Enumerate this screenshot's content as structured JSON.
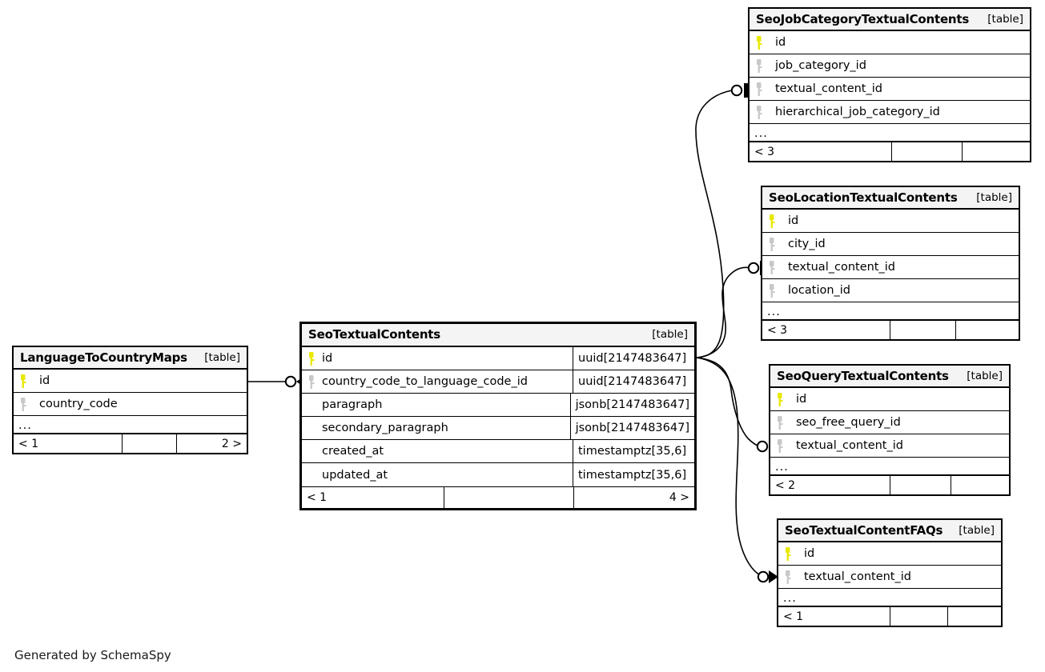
{
  "diagram": {
    "tool": "SchemaSpy",
    "credit": "Generated by SchemaSpy",
    "table_tag": "[table]",
    "ellipsis": "...",
    "colors": {
      "primary_key": "#e8e800",
      "foreign_key": "#c8c8c8",
      "header_bg": "#f4f4f4",
      "border": "#000000",
      "background": "#ffffff"
    }
  },
  "tables": [
    {
      "id": "seo-job-category-textual-contents",
      "name": "SeoJobCategoryTextualContents",
      "tag": "[table]",
      "columns": [
        {
          "name": "id",
          "key": "primary",
          "type": ""
        },
        {
          "name": "job_category_id",
          "key": "foreign",
          "type": ""
        },
        {
          "name": "textual_content_id",
          "key": "foreign",
          "type": ""
        },
        {
          "name": "hierarchical_job_category_id",
          "key": "foreign",
          "type": ""
        }
      ],
      "has_more": true,
      "footer": [
        "< 3",
        "",
        ""
      ]
    },
    {
      "id": "seo-location-textual-contents",
      "name": "SeoLocationTextualContents",
      "tag": "[table]",
      "columns": [
        {
          "name": "id",
          "key": "primary",
          "type": ""
        },
        {
          "name": "city_id",
          "key": "foreign",
          "type": ""
        },
        {
          "name": "textual_content_id",
          "key": "foreign",
          "type": ""
        },
        {
          "name": "location_id",
          "key": "foreign",
          "type": ""
        }
      ],
      "has_more": true,
      "footer": [
        "< 3",
        "",
        ""
      ]
    },
    {
      "id": "seo-query-textual-contents",
      "name": "SeoQueryTextualContents",
      "tag": "[table]",
      "columns": [
        {
          "name": "id",
          "key": "primary",
          "type": ""
        },
        {
          "name": "seo_free_query_id",
          "key": "foreign",
          "type": ""
        },
        {
          "name": "textual_content_id",
          "key": "foreign",
          "type": ""
        }
      ],
      "has_more": true,
      "footer": [
        "< 2",
        "",
        ""
      ]
    },
    {
      "id": "seo-textual-content-faqs",
      "name": "SeoTextualContentFAQs",
      "tag": "[table]",
      "columns": [
        {
          "name": "id",
          "key": "primary",
          "type": ""
        },
        {
          "name": "textual_content_id",
          "key": "foreign",
          "type": ""
        }
      ],
      "has_more": true,
      "footer": [
        "< 1",
        "",
        ""
      ]
    },
    {
      "id": "seo-textual-contents",
      "name": "SeoTextualContents",
      "tag": "[table]",
      "columns": [
        {
          "name": "id",
          "key": "primary",
          "type": "uuid[2147483647]"
        },
        {
          "name": "country_code_to_language_code_id",
          "key": "foreign",
          "type": "uuid[2147483647]"
        },
        {
          "name": "paragraph",
          "key": "none",
          "type": "jsonb[2147483647]"
        },
        {
          "name": "secondary_paragraph",
          "key": "none",
          "type": "jsonb[2147483647]"
        },
        {
          "name": "created_at",
          "key": "none",
          "type": "timestamptz[35,6]"
        },
        {
          "name": "updated_at",
          "key": "none",
          "type": "timestamptz[35,6]"
        }
      ],
      "has_more": false,
      "footer": [
        "< 1",
        "",
        "4 >"
      ]
    },
    {
      "id": "language-to-country-maps",
      "name": "LanguageToCountryMaps",
      "tag": "[table]",
      "columns": [
        {
          "name": "id",
          "key": "primary",
          "type": ""
        },
        {
          "name": "country_code",
          "key": "foreign",
          "type": ""
        }
      ],
      "has_more": true,
      "footer": [
        "< 1",
        "",
        "2 >"
      ]
    }
  ],
  "relationships": [
    {
      "from": "seo-textual-contents.id",
      "to": "seo-job-category-textual-contents.textual_content_id",
      "end_marker": "zero-or-one"
    },
    {
      "from": "seo-textual-contents.id",
      "to": "seo-location-textual-contents.textual_content_id",
      "end_marker": "zero-or-one"
    },
    {
      "from": "seo-textual-contents.id",
      "to": "seo-query-textual-contents.textual_content_id",
      "end_marker": "zero-or-one"
    },
    {
      "from": "seo-textual-contents.id",
      "to": "seo-textual-content-faqs.textual_content_id",
      "end_marker": "zero-or-many"
    },
    {
      "from": "language-to-country-maps.id",
      "to": "seo-textual-contents.country_code_to_language_code_id",
      "end_marker": "zero-or-many"
    }
  ]
}
